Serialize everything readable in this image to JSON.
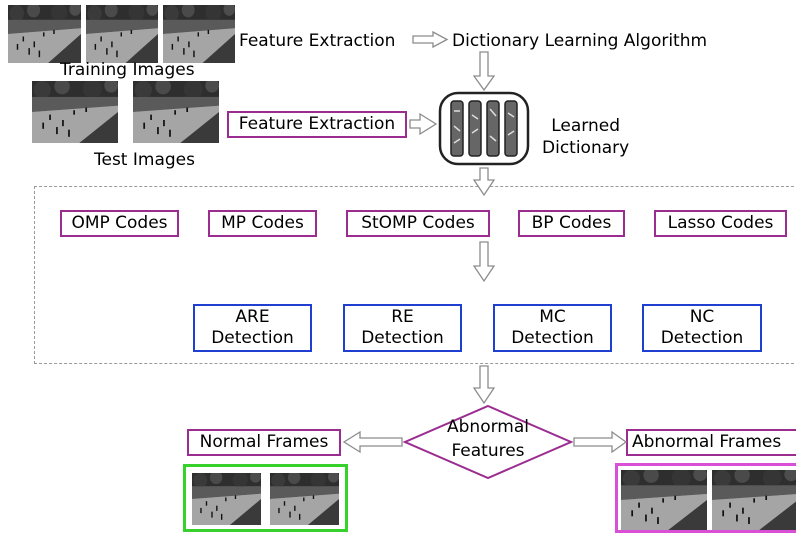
{
  "labels": {
    "training_images": "Training Images",
    "test_images": "Test Images",
    "feature_extraction_top": "Feature Extraction",
    "dictionary_learning": "Dictionary Learning Algorithm",
    "feature_extraction_mid": "Feature Extraction",
    "learned_dictionary": "Learned\nDictionary"
  },
  "codes": [
    "OMP Codes",
    "MP Codes",
    "StOMP Codes",
    "BP Codes",
    "Lasso Codes"
  ],
  "detections": [
    {
      "line1": "ARE",
      "line2": "Detection"
    },
    {
      "line1": "RE",
      "line2": "Detection"
    },
    {
      "line1": "MC",
      "line2": "Detection"
    },
    {
      "line1": "NC",
      "line2": "Detection"
    }
  ],
  "decision": {
    "line1": "Abnormal",
    "line2": "Features"
  },
  "outputs": {
    "normal": "Normal Frames",
    "abnormal": "Abnormal Frames"
  },
  "colors": {
    "purple_border": "#9b2d91",
    "blue_border": "#1f3fd0",
    "normal_frame": "#36d12a",
    "abnormal_frame": "#d94fd6",
    "arrow_gray": "#a6a6a6"
  }
}
